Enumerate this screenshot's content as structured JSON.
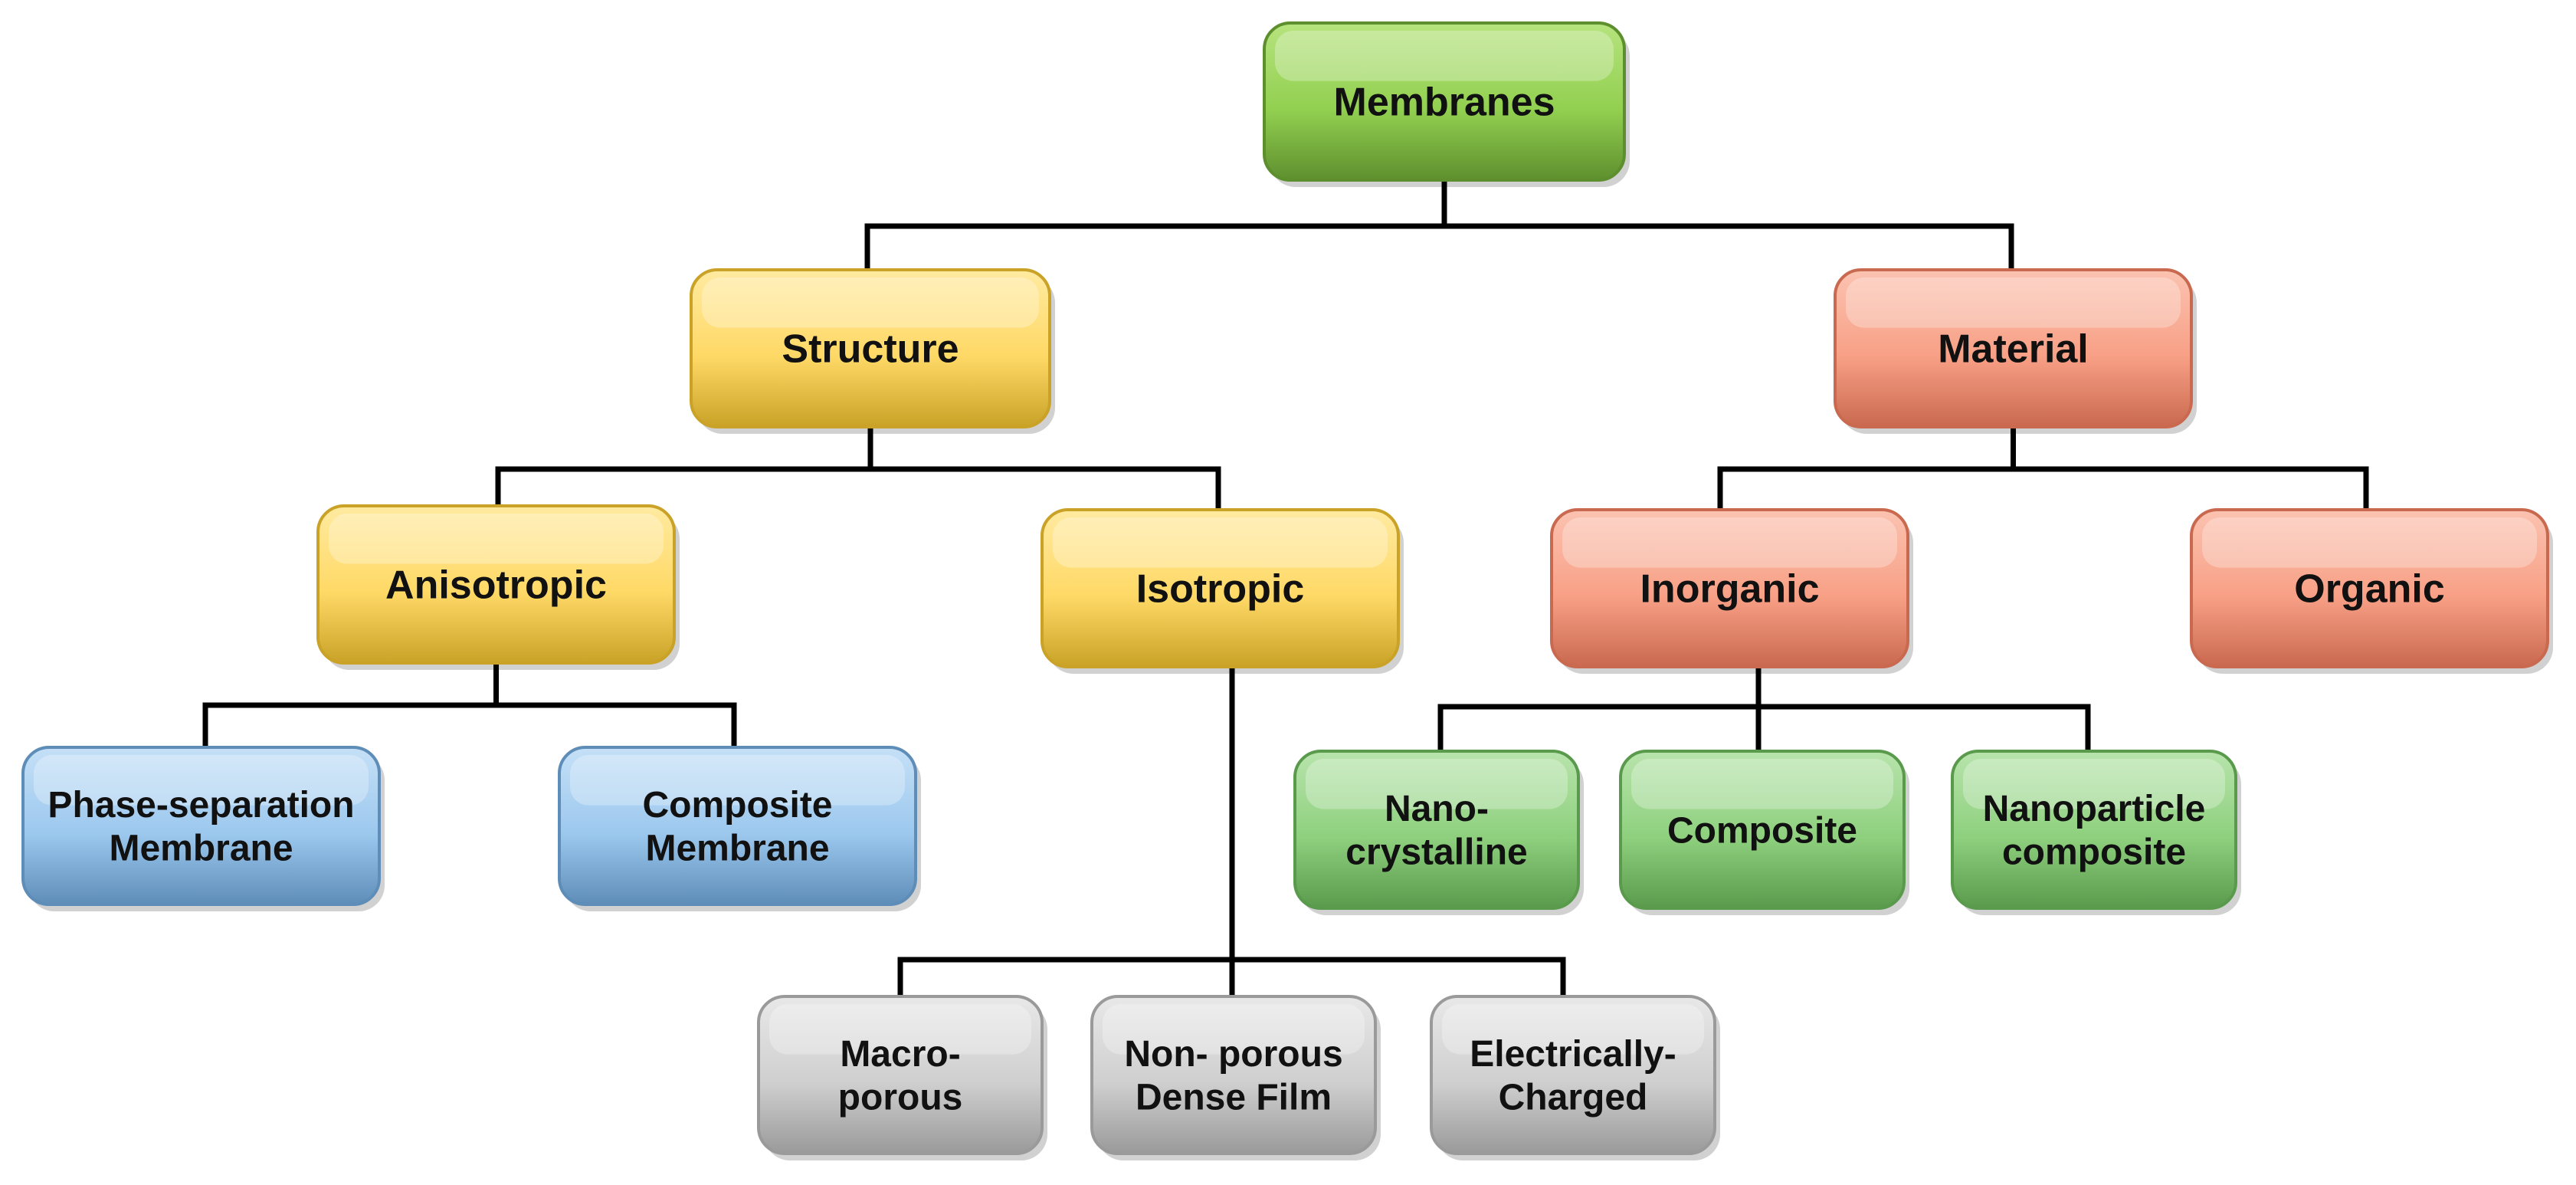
{
  "diagram": {
    "root": {
      "label": "Membranes",
      "color": "green",
      "children": [
        {
          "label": "Structure",
          "color": "yellow",
          "children": [
            {
              "label": "Anisotropic",
              "color": "yellow",
              "children": [
                {
                  "label": "Phase-separation\nMembrane",
                  "color": "blue"
                },
                {
                  "label": "Composite\nMembrane",
                  "color": "blue"
                }
              ]
            },
            {
              "label": "Isotropic",
              "color": "yellow",
              "children": [
                {
                  "label": "Macro-\nporous",
                  "color": "gray"
                },
                {
                  "label": "Non- porous\nDense Film",
                  "color": "gray"
                },
                {
                  "label": "Electrically-\nCharged",
                  "color": "gray"
                }
              ]
            }
          ]
        },
        {
          "label": "Material",
          "color": "salmon",
          "children": [
            {
              "label": "Inorganic",
              "color": "salmon",
              "children": [
                {
                  "label": "Nano-\ncrystalline",
                  "color": "green-light"
                },
                {
                  "label": "Composite",
                  "color": "green-light"
                },
                {
                  "label": "Nanoparticle\ncomposite",
                  "color": "green-light"
                }
              ]
            },
            {
              "label": "Organic",
              "color": "salmon"
            }
          ]
        }
      ]
    }
  },
  "palette": {
    "green": {
      "fill": "#92D050",
      "light": "#B6E37E",
      "stroke": "#5E8F2E"
    },
    "yellow": {
      "fill": "#FFD966",
      "light": "#FFEAA0",
      "stroke": "#C9A227"
    },
    "salmon": {
      "fill": "#F8A086",
      "light": "#FBC3B1",
      "stroke": "#C9694F"
    },
    "blue": {
      "fill": "#9CC8EE",
      "light": "#C5E0F7",
      "stroke": "#5E8DB8"
    },
    "gray": {
      "fill": "#CFCFCF",
      "light": "#E8E8E8",
      "stroke": "#9A9A9A"
    },
    "green-light": {
      "fill": "#8ED07E",
      "light": "#B8E4AC",
      "stroke": "#5A9A4C"
    }
  }
}
